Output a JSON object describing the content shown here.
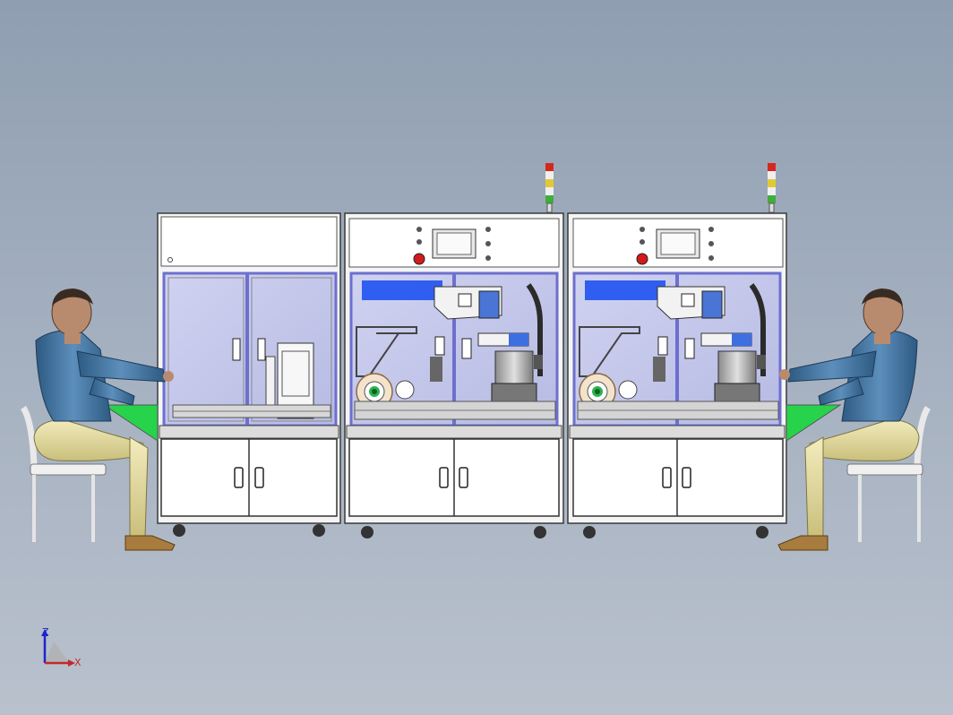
{
  "view": {
    "background_top": "#8f9eb1",
    "background_bottom": "#b9c1cd",
    "model_components": [
      "left-feeding-station",
      "middle-robot-station",
      "right-robot-station",
      "left-operator",
      "right-operator",
      "left-chair",
      "right-chair",
      "left-signal-tower",
      "right-signal-tower",
      "left-hmi-touch-screen",
      "right-hmi-touch-screen"
    ]
  },
  "colors": {
    "frame": "#f4f4f4",
    "frame_edge": "#3a3a3a",
    "window_tint": "#c6c9e9",
    "window_border": "#6d6fcf",
    "robot_blue": "#2f5ef0",
    "green_tray": "#27d34a",
    "skin": "#b98b6e",
    "shirt": "#3b6c96",
    "pants": "#d9d29a",
    "shoe": "#a77c3e",
    "estop_red": "#d41a1a",
    "tower_red": "#d7271d",
    "tower_yellow": "#e2c934",
    "tower_green": "#3fae3a"
  },
  "triad": {
    "z_label": "Z",
    "x_label": "X",
    "z_color": "#1e24c8",
    "x_color": "#c62828"
  }
}
